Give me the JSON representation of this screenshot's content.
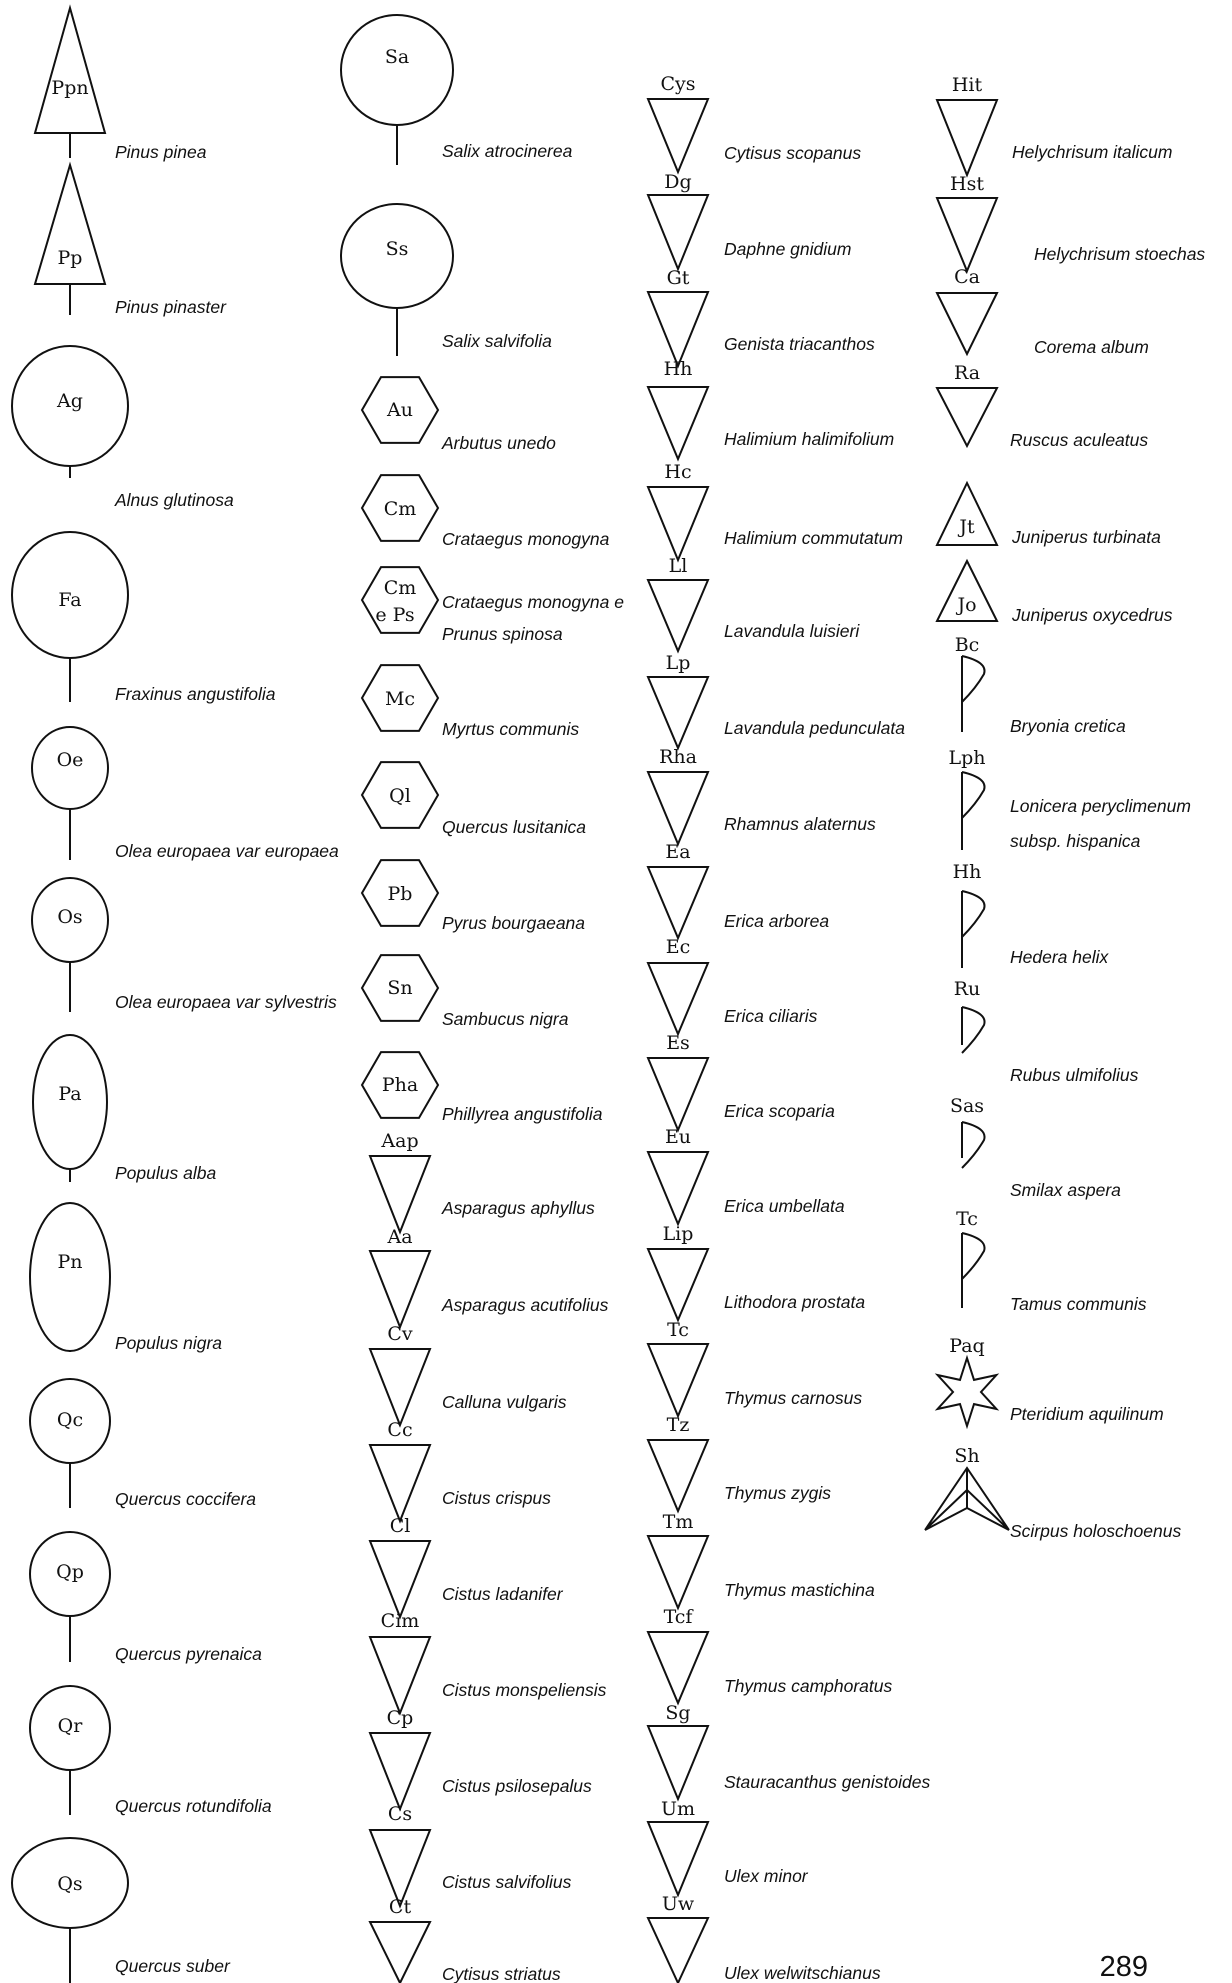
{
  "page_number": "289",
  "columns": [
    {
      "id": "trees",
      "symbols": [
        {
          "abbr": "Ppn",
          "name": "Pinus pinea",
          "shape": "conifer-triangle"
        },
        {
          "abbr": "Pp",
          "name": "Pinus pinaster",
          "shape": "conifer-triangle"
        },
        {
          "abbr": "Ag",
          "name": "Alnus glutinosa",
          "shape": "ellipse-tree"
        },
        {
          "abbr": "Fa",
          "name": "Fraxinus  angustifolia",
          "shape": "ellipse-tree"
        },
        {
          "abbr": "Oe",
          "name": "Olea europaea var europaea",
          "shape": "ellipse-tree"
        },
        {
          "abbr": "Os",
          "name": "Olea europaea var sylvestris",
          "shape": "ellipse-tree"
        },
        {
          "abbr": "Pa",
          "name": "Populus alba",
          "shape": "ellipse-tree"
        },
        {
          "abbr": "Pn",
          "name": "Populus nigra",
          "shape": "ellipse-tree"
        },
        {
          "abbr": "Qc",
          "name": "Quercus coccifera",
          "shape": "ellipse-tree"
        },
        {
          "abbr": "Qp",
          "name": "Quercus pyrenaica",
          "shape": "ellipse-tree"
        },
        {
          "abbr": "Qr",
          "name": "Quercus  rotundifolia",
          "shape": "ellipse-tree"
        },
        {
          "abbr": "Qs",
          "name": "Quercus suber",
          "shape": "ellipse-tree"
        }
      ]
    },
    {
      "id": "shrubs-tall",
      "symbols": [
        {
          "abbr": "Sa",
          "name": "Salix atrocinerea",
          "shape": "ellipse-tree"
        },
        {
          "abbr": "Ss",
          "name": "Salix salvifolia",
          "shape": "ellipse-tree"
        },
        {
          "abbr": "Au",
          "name": "Arbutus unedo",
          "shape": "hexagon"
        },
        {
          "abbr": "Cm",
          "name": "Crataegus monogyna",
          "shape": "hexagon"
        },
        {
          "abbr": "Cm",
          "abbr2": "e Ps",
          "name": "Crataegus monogyna e",
          "name2": "Prunus spinosa",
          "shape": "hexagon"
        },
        {
          "abbr": "Mc",
          "name": "Myrtus communis",
          "shape": "hexagon"
        },
        {
          "abbr": "Ql",
          "name": "Quercus lusitanica",
          "shape": "hexagon"
        },
        {
          "abbr": "Pb",
          "name": "Pyrus bourgaeana",
          "shape": "hexagon"
        },
        {
          "abbr": "Sn",
          "name": "Sambucus nigra",
          "shape": "hexagon"
        },
        {
          "abbr": "Pha",
          "name": "Phillyrea angustifolia",
          "shape": "hexagon"
        },
        {
          "abbr": "Aap",
          "name": "Asparagus aphyllus",
          "shape": "down-triangle"
        },
        {
          "abbr": "Aa",
          "name": "Asparagus acutifolius",
          "shape": "down-triangle"
        },
        {
          "abbr": "Cv",
          "name": "Calluna vulgaris",
          "shape": "down-triangle"
        },
        {
          "abbr": "Cc",
          "name": "Cistus crispus",
          "shape": "down-triangle"
        },
        {
          "abbr": "Cl",
          "name": "Cistus ladanifer",
          "shape": "down-triangle"
        },
        {
          "abbr": "Cim",
          "name": "Cistus monspeliensis",
          "shape": "down-triangle"
        },
        {
          "abbr": "Cp",
          "name": "Cistus psilosepalus",
          "shape": "down-triangle"
        },
        {
          "abbr": "Cs",
          "name": "Cistus salvifolius",
          "shape": "down-triangle"
        },
        {
          "abbr": "Ct",
          "name": "Cytisus striatus",
          "shape": "down-triangle"
        }
      ]
    },
    {
      "id": "shrubs-low",
      "symbols": [
        {
          "abbr": "Cys",
          "name": "Cytisus scopanus",
          "shape": "down-triangle"
        },
        {
          "abbr": "Dg",
          "name": "Daphne gnidium",
          "shape": "down-triangle"
        },
        {
          "abbr": "Gt",
          "name": "Genista triacanthos",
          "shape": "down-triangle"
        },
        {
          "abbr": "Hh",
          "name": "Halimium halimifolium",
          "shape": "down-triangle"
        },
        {
          "abbr": "Hc",
          "name": "Halimium commutatum",
          "shape": "down-triangle"
        },
        {
          "abbr": "Ll",
          "name": "Lavandula luisieri",
          "shape": "down-triangle"
        },
        {
          "abbr": "Lp",
          "name": "Lavandula  pedunculata",
          "shape": "down-triangle"
        },
        {
          "abbr": "Rha",
          "name": "Rhamnus alaternus",
          "shape": "down-triangle"
        },
        {
          "abbr": "Ea",
          "name": "Erica arborea",
          "shape": "down-triangle"
        },
        {
          "abbr": "Ec",
          "name": "Erica ciliaris",
          "shape": "down-triangle"
        },
        {
          "abbr": "Es",
          "name": "Erica scoparia",
          "shape": "down-triangle"
        },
        {
          "abbr": "Eu",
          "name": "Erica umbellata",
          "shape": "down-triangle"
        },
        {
          "abbr": "Lip",
          "name": "Lithodora prostata",
          "shape": "down-triangle"
        },
        {
          "abbr": "Tc",
          "name": "Thymus carnosus",
          "shape": "down-triangle"
        },
        {
          "abbr": "Tz",
          "name": "Thymus zygis",
          "shape": "down-triangle"
        },
        {
          "abbr": "Tm",
          "name": "Thymus mastichina",
          "shape": "down-triangle"
        },
        {
          "abbr": "Tcf",
          "name": "Thymus camphoratus",
          "shape": "down-triangle"
        },
        {
          "abbr": "Sg",
          "name": "Stauracanthus genistoides",
          "shape": "down-triangle"
        },
        {
          "abbr": "Um",
          "name": "Ulex minor",
          "shape": "down-triangle"
        },
        {
          "abbr": "Uw",
          "name": "Ulex welwitschianus",
          "shape": "down-triangle"
        }
      ]
    },
    {
      "id": "others",
      "symbols": [
        {
          "abbr": "Hit",
          "name": "Helychrisum italicum",
          "shape": "down-triangle"
        },
        {
          "abbr": "Hst",
          "name": "Helychrisum stoechas",
          "shape": "down-triangle"
        },
        {
          "abbr": "Ca",
          "name": "Corema album",
          "shape": "down-triangle"
        },
        {
          "abbr": "Ra",
          "name": "Ruscus aculeatus",
          "shape": "down-triangle"
        },
        {
          "abbr": "Jt",
          "name": "Juniperus turbinata",
          "shape": "up-triangle"
        },
        {
          "abbr": "Jo",
          "name": "Juniperus oxycedrus",
          "shape": "up-triangle"
        },
        {
          "abbr": "Bc",
          "name": "Bryonia cretica",
          "shape": "flag"
        },
        {
          "abbr": "Lph",
          "name": "Lonicera peryclimenum",
          "name2": "subsp. hispanica",
          "shape": "flag"
        },
        {
          "abbr": "Hh",
          "name": "Hedera helix",
          "shape": "flag"
        },
        {
          "abbr": "Ru",
          "name": "Rubus ulmifolius",
          "shape": "flag"
        },
        {
          "abbr": "Sas",
          "name": "Smilax aspera",
          "shape": "flag"
        },
        {
          "abbr": "Tc",
          "name": "Tamus communis",
          "shape": "flag"
        },
        {
          "abbr": "Paq",
          "name": "Pteridium aquilinum",
          "shape": "star"
        },
        {
          "abbr": "Sh",
          "name": "Scirpus holoschoenus",
          "shape": "rush"
        }
      ]
    }
  ]
}
